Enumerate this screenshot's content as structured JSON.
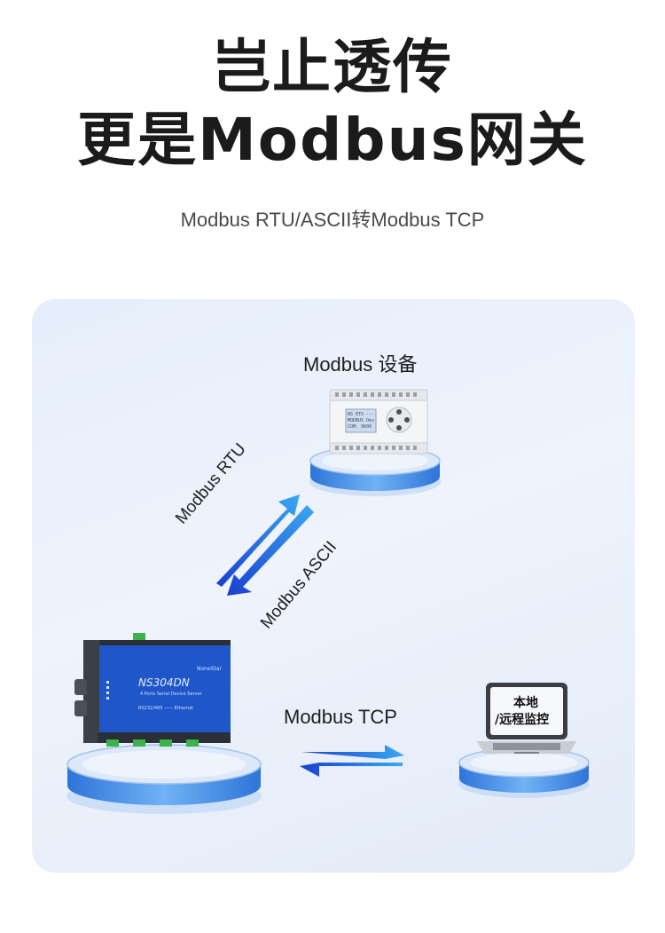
{
  "headline": {
    "line1": "岂止透传",
    "line2": "更是Modbus网关"
  },
  "subtitle": "Modbus RTU/ASCII转Modbus TCP",
  "diagram": {
    "device_top_label": "Modbus 设备",
    "arrow_label_rtu": "Modbus RTU",
    "arrow_label_ascii": "Modbus ASCII",
    "tcp_label": "Modbus TCP",
    "laptop_line1": "本地",
    "laptop_line2": "/远程监控",
    "gateway_model": "NS304DN",
    "gateway_brand": "NoneStar",
    "gateway_subtitle": "4 Ports Serial Device Server",
    "gateway_ports_text": "RS232/485 —— Ethernet"
  },
  "colors": {
    "accent_blue": "#1f5fd6",
    "arrow_light": "#38a8f0",
    "pedestal_blue": "#3d8ae8"
  }
}
